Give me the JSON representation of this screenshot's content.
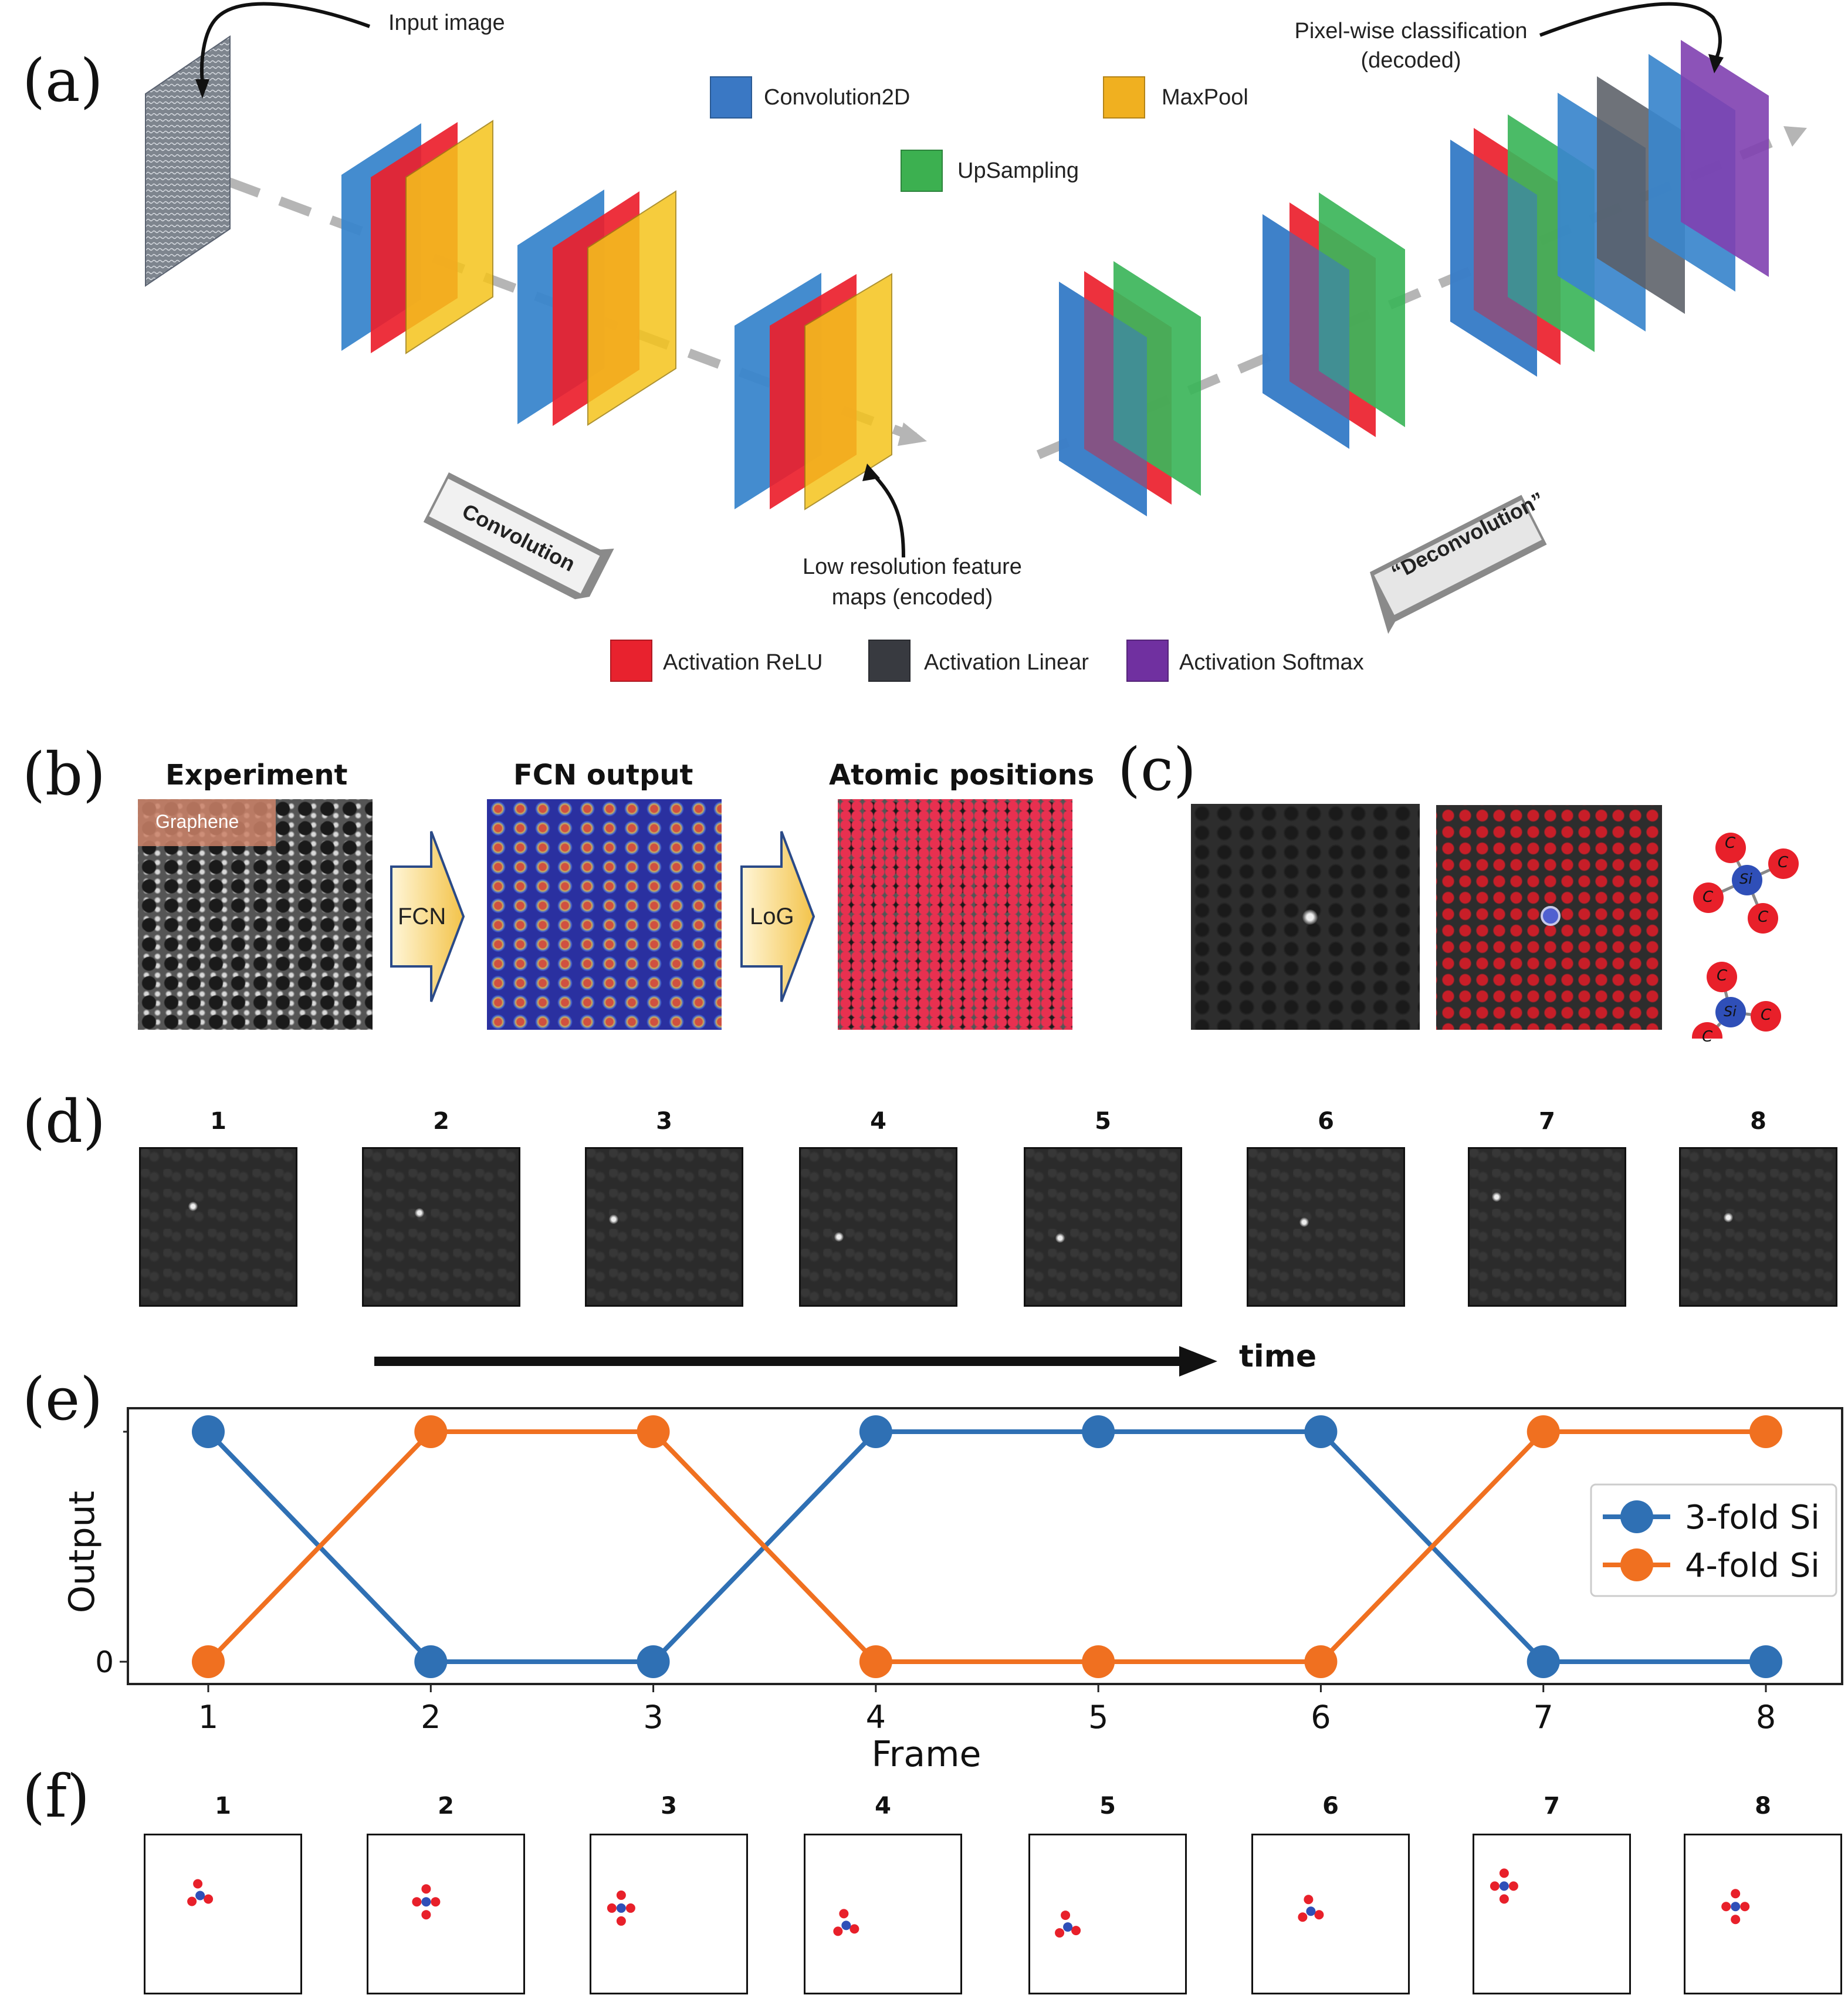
{
  "panels": {
    "a": {
      "label": "(a)",
      "input_label": "Input image",
      "output_label_line1": "Pixel-wise classification",
      "output_label_line2": "(decoded)",
      "encoded_label_line1": "Low resolution feature",
      "encoded_label_line2": "maps (encoded)",
      "convolution_ribbon": "Convolution",
      "deconvolution_ribbon": "“Deconvolution”",
      "legend_top": [
        {
          "name": "Convolution2D",
          "color": "#3a78c4"
        },
        {
          "name": "MaxPool",
          "color": "#f0b020"
        },
        {
          "name": "UpSampling",
          "color": "#3cb050"
        }
      ],
      "legend_bottom": [
        {
          "name": "Activation ReLU",
          "color": "#e8222e"
        },
        {
          "name": "Activation Linear",
          "color": "#383a40"
        },
        {
          "name": "Activation Softmax",
          "color": "#7030a0"
        }
      ],
      "layer_colors": {
        "conv": "#3a86cc",
        "relu": "#ec1f2d",
        "maxpool": "#f5c41c",
        "upsampling": "#3cb55a",
        "linear": "#5a5f66",
        "softmax": "#8040b0"
      }
    },
    "b": {
      "label": "(b)",
      "titles": [
        "Experiment",
        "FCN output",
        "Atomic positions"
      ],
      "graphene_tag": "Graphene",
      "arrows": [
        "FCN",
        "LoG"
      ]
    },
    "c": {
      "label": "(c)",
      "molecule_3fold": {
        "center": "Si",
        "neighbors": [
          "C",
          "C",
          "C"
        ]
      },
      "molecule_4fold": {
        "center": "Si",
        "neighbors": [
          "C",
          "C",
          "C",
          "C"
        ]
      },
      "atom_colors": {
        "C": "#e8202a",
        "Si": "#2f4fb8"
      }
    },
    "d": {
      "label": "(d)",
      "frames": [
        "1",
        "2",
        "3",
        "4",
        "5",
        "6",
        "7",
        "8"
      ],
      "time_label": "time"
    },
    "e": {
      "label": "(e)"
    },
    "f": {
      "label": "(f)",
      "frames": [
        "1",
        "2",
        "3",
        "4",
        "5",
        "6",
        "7",
        "8"
      ]
    }
  },
  "chart_data": {
    "type": "line",
    "title": "",
    "xlabel": "Frame",
    "ylabel": "Output",
    "x": [
      1,
      2,
      3,
      4,
      5,
      6,
      7,
      8
    ],
    "x_ticks": [
      "1",
      "2",
      "3",
      "4",
      "5",
      "6",
      "7",
      "8"
    ],
    "y_ticks": [
      "0"
    ],
    "ylim": [
      0,
      1
    ],
    "series": [
      {
        "name": "3-fold Si",
        "color": "#2f70b4",
        "values": [
          1,
          0,
          0,
          1,
          1,
          1,
          0,
          0
        ]
      },
      {
        "name": "4-fold Si",
        "color": "#f07020",
        "values": [
          0,
          1,
          1,
          0,
          0,
          0,
          1,
          1
        ]
      }
    ],
    "legend_position": "center-right",
    "grid": false
  }
}
